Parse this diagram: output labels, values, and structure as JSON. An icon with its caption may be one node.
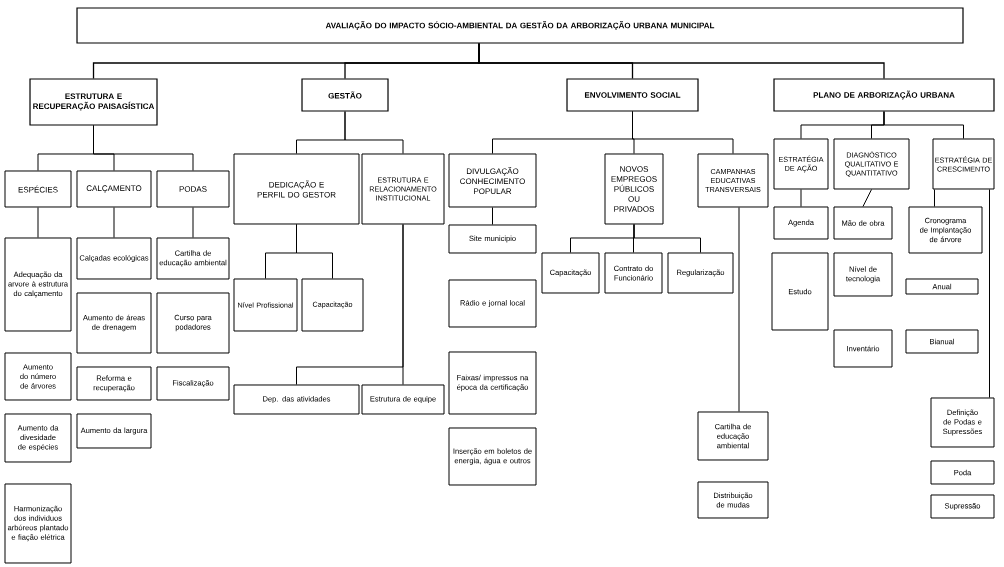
{
  "diagram": {
    "nodes": [
      {
        "text": [
          "AVALIAÇÃO DO IMPACTO SÓCIO-AMBIENTAL DA GESTÃO DA ARBORIZAÇÃO URBANA MUNICIPAL"
        ]
      },
      {
        "text": [
          "ESTRUTURA E RECUPERAÇÃO PAISAGÍSTICA"
        ]
      },
      {
        "text": [
          "GESTÃO"
        ]
      },
      {
        "text": [
          "ENVOLVIMENTO SOCIAL"
        ]
      },
      {
        "text": [
          "PLANO DE ARBORIZAÇÃO URBANA"
        ]
      },
      {
        "text": [
          "ESPÉCIES"
        ]
      },
      {
        "text": [
          "CALÇAMENTO"
        ]
      },
      {
        "text": [
          "PODAS"
        ]
      },
      {
        "text": [
          "Adequação da arvore à estrutura do calçamento"
        ]
      },
      {
        "text": [
          "Calçadas ecológicas"
        ]
      },
      {
        "text": [
          "Cartilha de educação ambiental"
        ]
      },
      {
        "text": [
          "Aumento de áreas de drenagem"
        ]
      },
      {
        "text": [
          "Curso para podadores"
        ]
      },
      {
        "text": [
          "Aumento do número de árvores"
        ]
      },
      {
        "text": [
          "Reforma e recuperação"
        ]
      },
      {
        "text": [
          "Fiscalização"
        ]
      },
      {
        "text": [
          "Aumento da divesidade de espécies"
        ]
      },
      {
        "text": [
          "Aumento da largura"
        ]
      },
      {
        "text": [
          "Harmonização dos individuos arbóreos plantado e fiação elétrica"
        ]
      },
      {
        "text": [
          "DEDICAÇÃO E PERFIL DO GESTOR"
        ]
      },
      {
        "text": [
          "ESTRUTURA E RELACIONAMENTO INSTITUCIONAL"
        ]
      },
      {
        "text": [
          "Nível Profissional"
        ]
      },
      {
        "text": [
          "Capacitação"
        ]
      },
      {
        "text": [
          "Dep. das atividades"
        ]
      },
      {
        "text": [
          "Estrutura de equipe"
        ]
      },
      {
        "text": [
          "DIVULGAÇÃO CONHECIMENTO POPULAR"
        ]
      },
      {
        "text": [
          "NOVOS EMPREGOS PÚBLICOS OU PRIVADOS"
        ]
      },
      {
        "text": [
          "CAMPANHAS EDUCATIVAS TRANSVERSAIS"
        ]
      },
      {
        "text": [
          "Site municipio"
        ]
      },
      {
        "text": [
          "Rádio e jornal local"
        ]
      },
      {
        "text": [
          "Faixas/ impressos na época da certificação"
        ]
      },
      {
        "text": [
          "Inserção em boletos de energia, água e outros"
        ]
      },
      {
        "text": [
          "Capacitação"
        ]
      },
      {
        "text": [
          "Contrato do Funcionário"
        ]
      },
      {
        "text": [
          "Regularização"
        ]
      },
      {
        "text": [
          "Cartilha de educação ambiental"
        ]
      },
      {
        "text": [
          "Distribuição de mudas"
        ]
      },
      {
        "text": [
          "ESTRATÉGIA DE AÇÃO"
        ]
      },
      {
        "text": [
          "DIAGNÓSTICO QUALITATIVO E QUANTITATIVO"
        ]
      },
      {
        "text": [
          "ESTRATÉGIA DE CRESCIMENTO"
        ]
      },
      {
        "text": [
          "Agenda"
        ]
      },
      {
        "text": [
          "Mão de obra"
        ]
      },
      {
        "text": [
          "Estudo"
        ]
      },
      {
        "text": [
          "Nível de tecnologia"
        ]
      },
      {
        "text": [
          "Inventário"
        ]
      },
      {
        "text": [
          "Cronograma de Implantação de árvore"
        ]
      },
      {
        "text": [
          "Anual"
        ]
      },
      {
        "text": [
          "Bianual"
        ]
      },
      {
        "text": [
          "Definição de Podas e Supressões"
        ]
      },
      {
        "text": [
          "Poda"
        ]
      },
      {
        "text": [
          "Supressão"
        ]
      }
    ],
    "edges": [
      {
        "from": 0,
        "to": 1,
        "arrow": "none"
      },
      {
        "from": 0,
        "to": 2,
        "arrow": "none"
      },
      {
        "from": 0,
        "to": 3,
        "arrow": "none"
      },
      {
        "from": 0,
        "to": 4,
        "arrow": "none"
      },
      {
        "from": 1,
        "to": 5,
        "arrow": "none"
      },
      {
        "from": 1,
        "to": 6,
        "arrow": "none"
      },
      {
        "from": 1,
        "to": 7,
        "arrow": "none"
      },
      {
        "from": 5,
        "to": 8,
        "arrow": "none"
      },
      {
        "from": 6,
        "to": 9,
        "arrow": "none"
      },
      {
        "from": 7,
        "to": 10,
        "arrow": "none"
      },
      {
        "from": 2,
        "to": 19,
        "arrow": "none"
      },
      {
        "from": 2,
        "to": 20,
        "arrow": "none"
      },
      {
        "from": 19,
        "to": 21,
        "arrow": "none"
      },
      {
        "from": 19,
        "to": 22,
        "arrow": "none"
      },
      {
        "from": 20,
        "to": 23,
        "arrow": "none"
      },
      {
        "from": 20,
        "to": 24,
        "arrow": "none"
      },
      {
        "from": 3,
        "to": 25,
        "arrow": "none"
      },
      {
        "from": 3,
        "to": 26,
        "arrow": "none"
      },
      {
        "from": 3,
        "to": 27,
        "arrow": "none"
      },
      {
        "from": 25,
        "to": 28,
        "arrow": "none"
      },
      {
        "from": 26,
        "to": 32,
        "arrow": "none"
      },
      {
        "from": 26,
        "to": 33,
        "arrow": "none"
      },
      {
        "from": 26,
        "to": 34,
        "arrow": "none"
      },
      {
        "from": 27,
        "to": 35,
        "arrow": "none"
      },
      {
        "from": 4,
        "to": 37,
        "arrow": "none"
      },
      {
        "from": 4,
        "to": 38,
        "arrow": "none"
      },
      {
        "from": 4,
        "to": 39,
        "arrow": "none"
      },
      {
        "from": 37,
        "to": 40,
        "arrow": "none"
      },
      {
        "from": 38,
        "to": 41,
        "arrow": "none"
      },
      {
        "from": 39,
        "to": 45,
        "arrow": "none"
      },
      {
        "from": 39,
        "to": 48,
        "arrow": "none"
      }
    ]
  }
}
